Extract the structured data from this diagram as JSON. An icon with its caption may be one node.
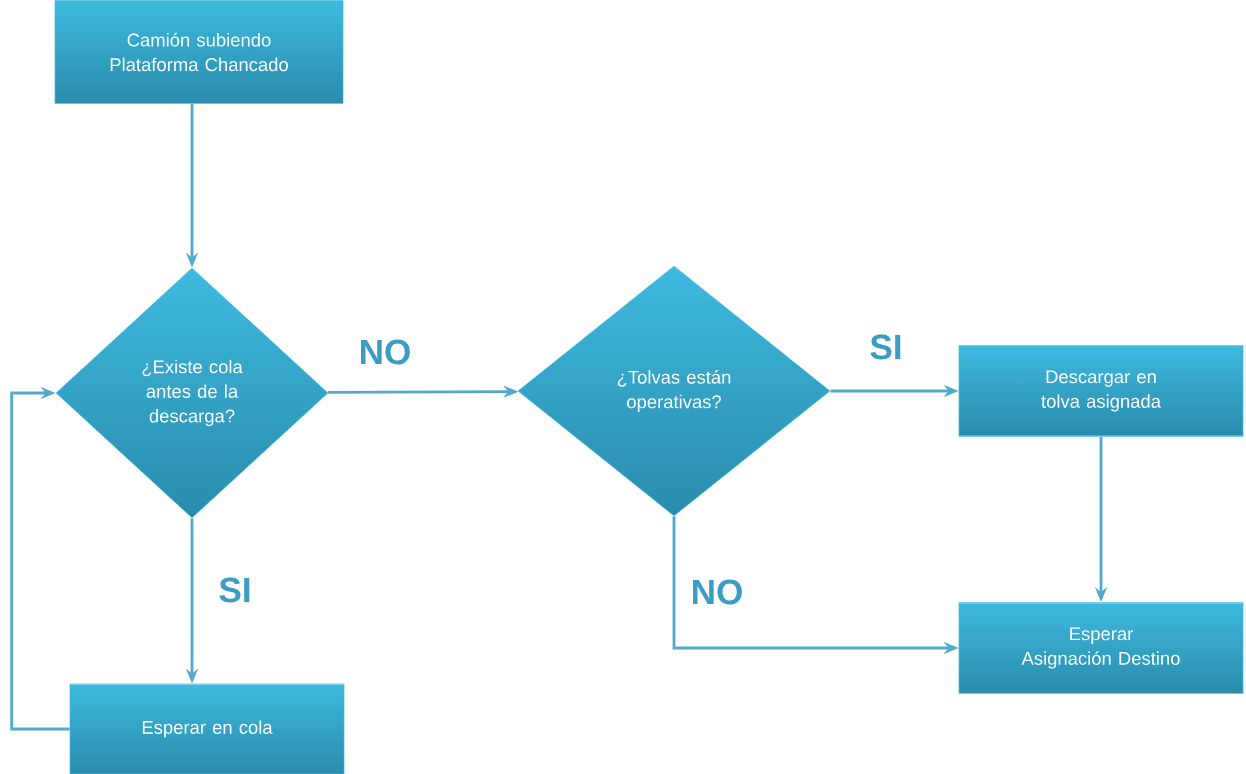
{
  "diagram": {
    "nodes": [
      {
        "text": [
          "Camión subiendo Plataforma Chancado"
        ]
      },
      {
        "text": [
          "¿Existe cola antes de la descarga?"
        ]
      },
      {
        "text": [
          "¿Tolvas están operativas?"
        ]
      },
      {
        "text": [
          "Descargar en tolva asignada"
        ]
      },
      {
        "text": [
          "Esperar Asignación Destino"
        ]
      },
      {
        "text": [
          "Esperar en cola"
        ]
      }
    ],
    "edges": [
      {
        "from": 0,
        "to": 1,
        "arrow": "to"
      },
      {
        "from": 1,
        "to": 2,
        "arrow": "to",
        "label": "NO"
      },
      {
        "from": 1,
        "to": 5,
        "arrow": "to",
        "label": "SI"
      },
      {
        "from": 5,
        "to": 1,
        "arrow": "to"
      },
      {
        "from": 2,
        "to": 3,
        "arrow": "to",
        "label": "SI"
      },
      {
        "from": 2,
        "to": 4,
        "arrow": "to",
        "label": "NO"
      },
      {
        "from": 3,
        "to": 4,
        "arrow": "to"
      }
    ]
  }
}
